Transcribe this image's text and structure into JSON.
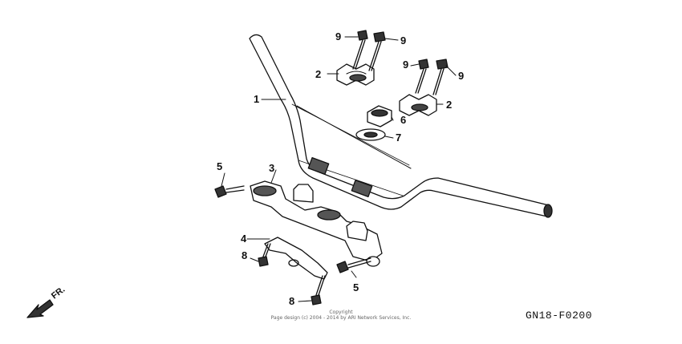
{
  "diagram": {
    "code": "GN18-F0200",
    "copyright_line1": "Copyright",
    "copyright_line2": "Page design (c) 2004 - 2014 by ARI Network Services, Inc.",
    "direction_label": "FR."
  },
  "callouts": [
    {
      "id": "c1",
      "label": "1"
    },
    {
      "id": "c2a",
      "label": "2"
    },
    {
      "id": "c2b",
      "label": "2"
    },
    {
      "id": "c3",
      "label": "3"
    },
    {
      "id": "c4",
      "label": "4"
    },
    {
      "id": "c5a",
      "label": "5"
    },
    {
      "id": "c5b",
      "label": "5"
    },
    {
      "id": "c6",
      "label": "6"
    },
    {
      "id": "c7",
      "label": "7"
    },
    {
      "id": "c8a",
      "label": "8"
    },
    {
      "id": "c8b",
      "label": "8"
    },
    {
      "id": "c9a",
      "label": "9"
    },
    {
      "id": "c9b",
      "label": "9"
    },
    {
      "id": "c9c",
      "label": "9"
    },
    {
      "id": "c9d",
      "label": "9"
    }
  ]
}
